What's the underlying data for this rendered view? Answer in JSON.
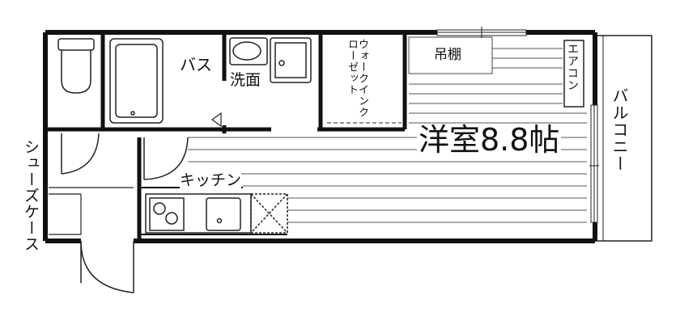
{
  "rooms": {
    "bath": "バス",
    "washroom": "洗面",
    "walk_in_closet": "ウォークインクローゼット",
    "storage_shelf": "吊棚",
    "air_conditioner": "エアコン",
    "western_room": "洋室8.8帖",
    "balcony": "バルコニー",
    "kitchen": "キッチン",
    "shoe_cabinet": "シューズケース"
  }
}
